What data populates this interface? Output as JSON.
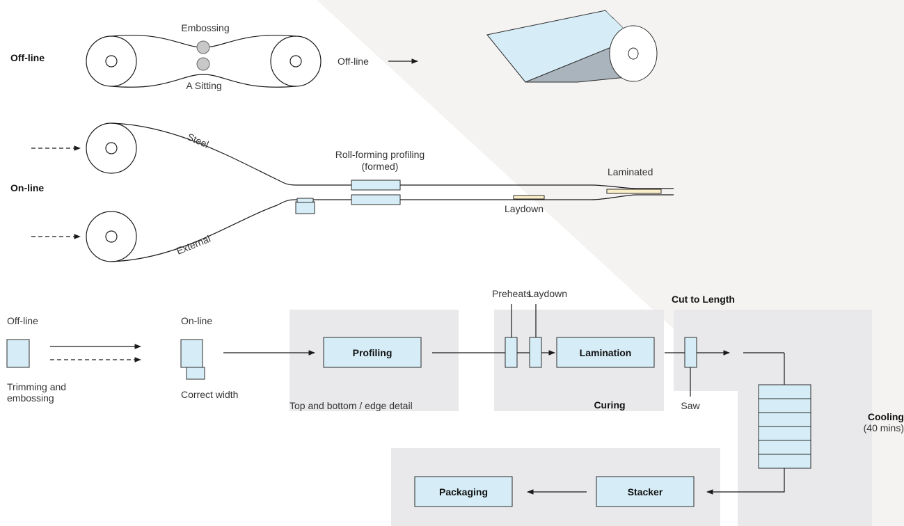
{
  "colors": {
    "box_fill": "#d6ecf6",
    "zone_gray": "#e9e9ec",
    "laydown_strip": "#fbefc8",
    "background_wedge": "#f4f3f1",
    "ink": "#1a1a1a"
  },
  "offline_section": {
    "title": "Off-line",
    "embossing": "Embossing",
    "sitting": "A Sitting",
    "offline_arrow_label": "Off-line"
  },
  "online_section": {
    "title": "On-line",
    "steel": "Steel",
    "external": "External",
    "roll_forming": "Roll-forming profiling",
    "formed": "(formed)",
    "laminated": "Laminated",
    "laydown": "Laydown"
  },
  "flow": {
    "offline_label": "Off-line",
    "trimming_line1": "Trimming and",
    "trimming_line2": "embossing",
    "online_label": "On-line",
    "correct_width": "Correct width",
    "profiling": "Profiling",
    "top_bottom": "Top and bottom / edge detail",
    "preheats": "Preheats",
    "laydown": "Laydown",
    "lamination": "Lamination",
    "curing": "Curing",
    "cut_to_length": "Cut to Length",
    "saw": "Saw",
    "cooling": "Cooling",
    "cooling_time": "(40 mins)",
    "stacker": "Stacker",
    "packaging": "Packaging"
  }
}
